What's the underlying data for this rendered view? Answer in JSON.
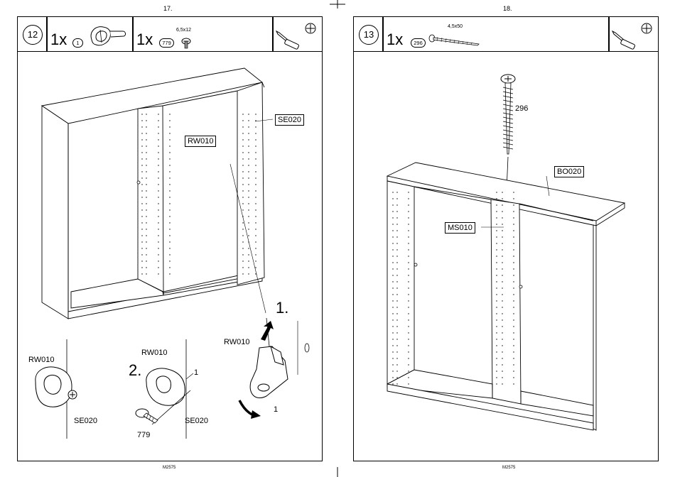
{
  "pages": [
    {
      "page_number": "17.",
      "footer": "M2575",
      "step_number": "12",
      "parts": [
        {
          "quantity": "1x",
          "part_id": "1"
        },
        {
          "quantity": "1x",
          "part_id": "779",
          "size": "6,5x12"
        }
      ],
      "labels": {
        "rw010_main": "RW010",
        "se020_main": "SE020",
        "rw010_detail_a": "RW010",
        "se020_detail_a": "SE020",
        "rw010_detail_b": "RW010",
        "part_1_detail_b": "1",
        "part_779_detail_b": "779",
        "se020_detail_b": "SE020",
        "rw010_detail_c": "RW010",
        "part_1_detail_c": "1"
      },
      "sequence": {
        "step_1": "1.",
        "step_2": "2."
      },
      "tools": [
        "screwdriver-icon",
        "phillips-bit-icon"
      ]
    },
    {
      "page_number": "18.",
      "footer": "M2575",
      "step_number": "13",
      "parts": [
        {
          "quantity": "1x",
          "part_id": "296",
          "size": "4,5x50"
        }
      ],
      "labels": {
        "screw_296": "296",
        "bo020": "BO020",
        "ms010": "MS010"
      },
      "tools": [
        "screwdriver-icon",
        "phillips-bit-icon"
      ]
    }
  ]
}
